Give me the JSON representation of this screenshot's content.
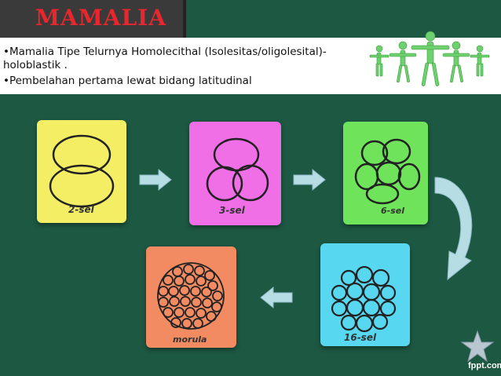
{
  "title": "MAMALIA",
  "bullets": [
    "•Mamalia Tipe Telurnya Homolecithal (Isolesitas/oligolesital)-holoblastik .",
    "•Pembelahan pertama lewat bidang latitudinal"
  ],
  "stages": [
    {
      "label": "2-sel",
      "color": "#f3ee63"
    },
    {
      "label": "3-sel",
      "color": "#f06fe6"
    },
    {
      "label": "6-sel",
      "color": "#6fe35a"
    },
    {
      "label": "16-sel",
      "color": "#58d8f0"
    },
    {
      "label": "morula",
      "color": "#f28b61"
    }
  ],
  "watermark": "fppt.com",
  "colors": {
    "background": "#1d5843",
    "title": "#e8262e",
    "arrow": "#b6dce4"
  }
}
